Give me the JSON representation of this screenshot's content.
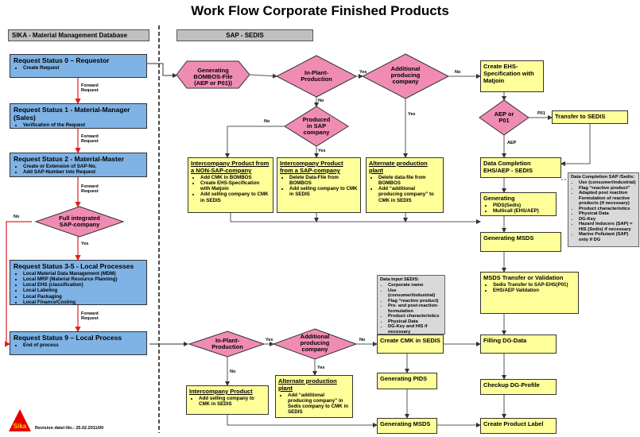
{
  "title": "Work Flow Corporate Finished Products",
  "left_header": "SIKA - Material Management Database",
  "right_header": "SAP - SEDIS",
  "status0": {
    "title": "Request Status 0 – Requestor",
    "items": [
      "Create Request"
    ]
  },
  "status1": {
    "title": "Request Status 1 - Material-Manager (Sales)",
    "items": [
      "Verification of the Request"
    ]
  },
  "status2": {
    "title": "Request Status 2 - Material-Master",
    "items": [
      "Create or Extension of SAP-No.",
      "Add SAP-Number into Request"
    ]
  },
  "status35": {
    "title": "Request Status 3-5 - Local Processes",
    "items": [
      "Local Material Data Management (MDM)",
      "Local MRP (Material Resource Planning)",
      "Local EHS (classification)",
      "Local Labeling",
      "Local Packaging",
      "Local Finance/Costing"
    ]
  },
  "status9": {
    "title": "Request Status 9 – Local Process",
    "items": [
      "End of process"
    ]
  },
  "forward_request": "Forward Request",
  "d_full": "Full integrated SAP-company",
  "d_generating": "Generating BOMBOS-File (AEP or P01))",
  "d_inplant1": "In-Plant-Production",
  "d_addprod1": "Additional producing company",
  "d_produced": "Produced in SAP company",
  "d_aep": "AEP or P01",
  "d_inplant2": "In-Plant-Production",
  "d_addprod2": "Additional producing company",
  "lbl_yes": "Yes",
  "lbl_no": "No",
  "lbl_p01": "P01",
  "lbl_aep": "AEP",
  "ic_non": {
    "title": "Intercompany Product from a NON-SAP-company",
    "items": [
      "Add CMK in BOMBOS",
      "Create EHS-Specification with Matjoin",
      "Add selling company to CMK in SEDIS"
    ]
  },
  "ic_sap": {
    "title": "Intercompany Product from a SAP-company",
    "items": [
      "Delete Data-File from BOMBOS",
      "Add selling company to CMK in SEDIS"
    ]
  },
  "alt1": {
    "title": "Alternate production plant",
    "items": [
      "Delete data-file from BOMBOS",
      "Add “additional producing company” to CMK in SEDIS"
    ]
  },
  "create_ehs": "Create EHS-Specification with Matjoin",
  "transfer_sedis": "Transfer to SEDIS",
  "data_completion": "Data Completion EHS/AEP - SEDIS",
  "dc_note": {
    "title": "Data Completion SAP /Sedis:",
    "items": [
      "Use (consumer/industrial)",
      "Flag “reactive product”",
      "Adapted post reaction Formulation of reactive products (if necessary)",
      "Product characteristics",
      "Physical Data",
      "DG-Key",
      "Hazard Inducers (SAP) = HIS (Sedis) if necessary",
      "Marine Pollutant (SAP) only if DG"
    ]
  },
  "generating": {
    "title": "Generating",
    "items": [
      "PIDS(Sedis)",
      "Multicall (EHS/AEP)"
    ]
  },
  "gen_msds1": "Generating MSDS",
  "msds_transfer": {
    "title": "MSDS Transfer or Validation",
    "items": [
      "Sedis Transfer to SAP-EHS(P01)",
      "EHS/AEP Validation"
    ]
  },
  "data_input": {
    "title": "Data Input SEDIS:",
    "items": [
      "Corporate name",
      "Use (consumer/industrial)",
      "Flag “reactive product)",
      "Pre- and post-reaction-formulation",
      "Product characteristics",
      "Physical Data",
      "DG-Key and HIS if necessary"
    ]
  },
  "create_cmk": "Create CMK in SEDIS",
  "filling_dg": "Filling DG-Data",
  "gen_pids": "Generating PIDS",
  "checkup_dg": "Checkup DG-Profile",
  "ic_product": {
    "title": "Intercompany Product",
    "items": [
      "Add selling company to CMK in SEDIS"
    ]
  },
  "alt2": {
    "title": "Alternate production plant",
    "items": [
      "Add “additional producing company” in Sedis company to CMK in SEDIS"
    ]
  },
  "gen_msds2": "Generating MSDS",
  "create_label": "Create Product Label",
  "logo_text": "Sika",
  "revision": "Revision date/-No.: 25.02.2011/00",
  "colors": {
    "blue_box": "#7fb2e5",
    "yellow_box": "#ffff99",
    "decision": "#f08cb4",
    "connector": "#e02020",
    "arrow": "#555555"
  }
}
